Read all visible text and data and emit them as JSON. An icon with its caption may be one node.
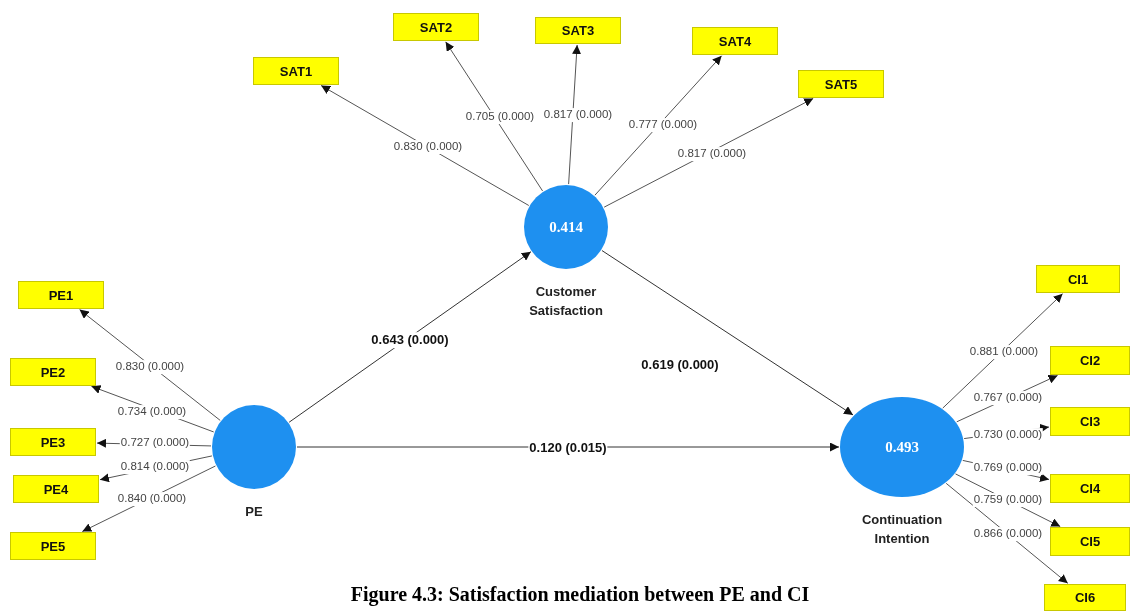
{
  "diagram": {
    "caption": "Figure 4.3: Satisfaction mediation between PE and CI",
    "nodes": [
      {
        "text": [
          "SAT1"
        ]
      },
      {
        "text": [
          "SAT2"
        ]
      },
      {
        "text": [
          "SAT3"
        ]
      },
      {
        "text": [
          "SAT4"
        ]
      },
      {
        "text": [
          "SAT5"
        ]
      },
      {
        "text": [
          "0.414",
          "Customer Satisfaction"
        ]
      },
      {
        "text": [
          "PE1"
        ]
      },
      {
        "text": [
          "PE2"
        ]
      },
      {
        "text": [
          "PE3"
        ]
      },
      {
        "text": [
          "PE4"
        ]
      },
      {
        "text": [
          "PE5"
        ]
      },
      {
        "text": [
          "PE"
        ]
      },
      {
        "text": [
          "CI1"
        ]
      },
      {
        "text": [
          "CI2"
        ]
      },
      {
        "text": [
          "CI3"
        ]
      },
      {
        "text": [
          "CI4"
        ]
      },
      {
        "text": [
          "CI5"
        ]
      },
      {
        "text": [
          "CI6"
        ]
      },
      {
        "text": [
          "0.493",
          "Continuation Intention"
        ]
      }
    ],
    "edges": [
      {
        "from": 5,
        "to": 0,
        "arrow": "to",
        "label": "0.830 (0.000)"
      },
      {
        "from": 5,
        "to": 1,
        "arrow": "to",
        "label": "0.705 (0.000)"
      },
      {
        "from": 5,
        "to": 2,
        "arrow": "to",
        "label": "0.817 (0.000)"
      },
      {
        "from": 5,
        "to": 3,
        "arrow": "to",
        "label": "0.777 (0.000)"
      },
      {
        "from": 5,
        "to": 4,
        "arrow": "to",
        "label": "0.817 (0.000)"
      },
      {
        "from": 11,
        "to": 6,
        "arrow": "to",
        "label": "0.830 (0.000)"
      },
      {
        "from": 11,
        "to": 7,
        "arrow": "to",
        "label": "0.734 (0.000)"
      },
      {
        "from": 11,
        "to": 8,
        "arrow": "to",
        "label": "0.727 (0.000)"
      },
      {
        "from": 11,
        "to": 9,
        "arrow": "to",
        "label": "0.814 (0.000)"
      },
      {
        "from": 11,
        "to": 10,
        "arrow": "to",
        "label": "0.840 (0.000)"
      },
      {
        "from": 18,
        "to": 12,
        "arrow": "to",
        "label": "0.881 (0.000)"
      },
      {
        "from": 18,
        "to": 13,
        "arrow": "to",
        "label": "0.767 (0.000)"
      },
      {
        "from": 18,
        "to": 14,
        "arrow": "to",
        "label": "0.730 (0.000)"
      },
      {
        "from": 18,
        "to": 15,
        "arrow": "to",
        "label": "0.769 (0.000)"
      },
      {
        "from": 18,
        "to": 16,
        "arrow": "to",
        "label": "0.759 (0.000)"
      },
      {
        "from": 18,
        "to": 17,
        "arrow": "to",
        "label": "0.866 (0.000)"
      },
      {
        "from": 11,
        "to": 5,
        "arrow": "to",
        "label": "0.643 (0.000)"
      },
      {
        "from": 5,
        "to": 18,
        "arrow": "to",
        "label": "0.619 (0.000)"
      },
      {
        "from": 11,
        "to": 18,
        "arrow": "to",
        "label": "0.120 (0.015)"
      }
    ]
  }
}
